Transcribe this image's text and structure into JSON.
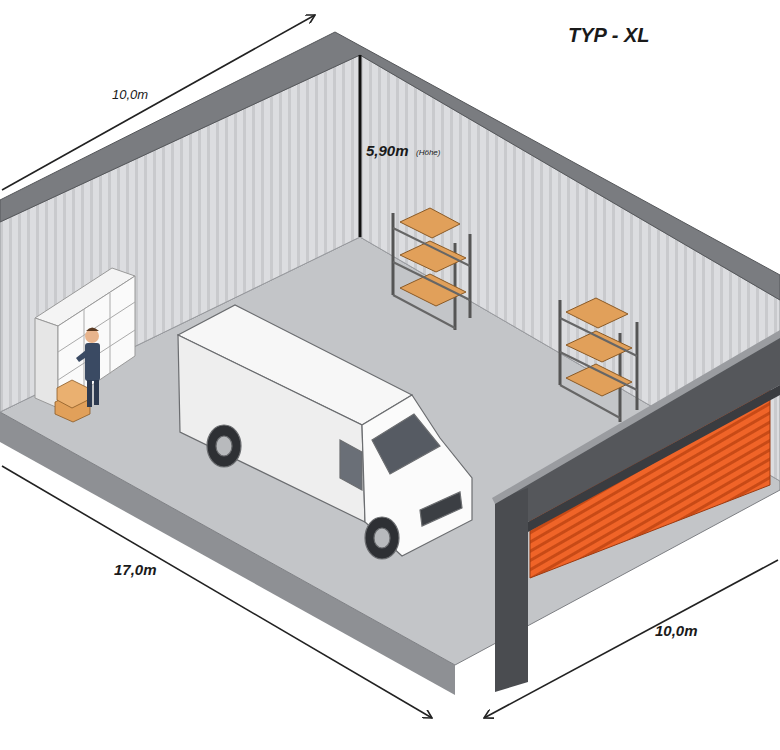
{
  "diagram": {
    "title": "TYP - XL",
    "labels": [
      "10,0m",
      "5,90m",
      "(Höhe)",
      "17,0m",
      "10,0m"
    ]
  }
}
